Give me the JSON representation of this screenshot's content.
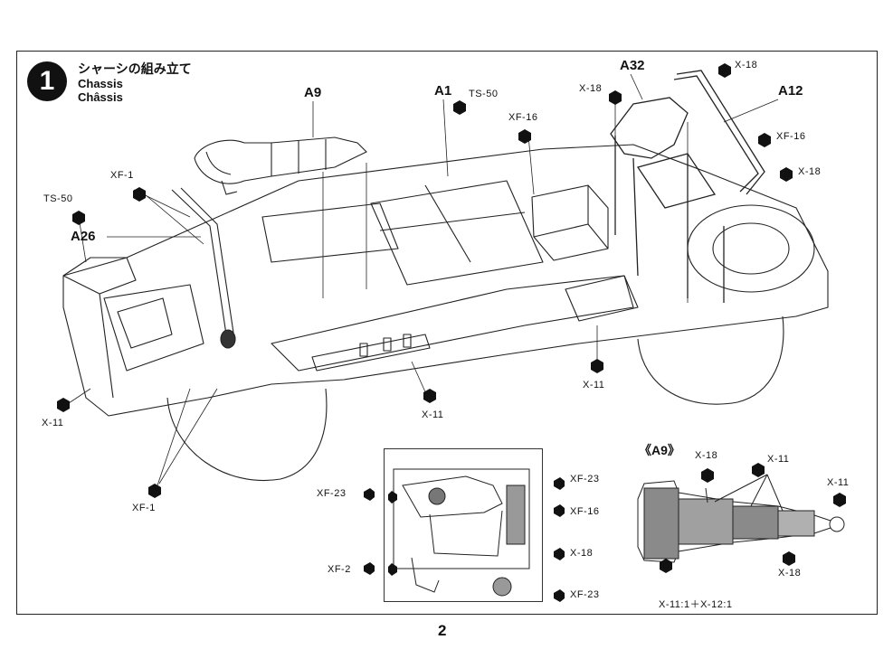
{
  "step": {
    "number": "1",
    "title_jp": "シャーシの組み立て",
    "title_en": "Chassis",
    "title_pt": "Châssis"
  },
  "labels": {
    "a9": "A9",
    "a1": "A1",
    "a32": "A32",
    "a12": "A12",
    "a26": "A26",
    "ts50_top": "TS-50",
    "ts50_left": "TS-50",
    "xf16_top": "XF-16",
    "xf16_right": "XF-16",
    "x18_top_left": "X-18",
    "x18_top_right": "X-18",
    "x18_right": "X-18",
    "xf1_left": "XF-1",
    "xf1_bottom": "XF-1",
    "x11_left": "X-11",
    "x11_center": "X-11",
    "x11_right": "X-11"
  },
  "inset": {
    "xf23_left": "XF-23",
    "xf23_right_top": "XF-23",
    "xf16": "XF-16",
    "x18": "X-18",
    "xf2": "XF-2",
    "xf23_right_bottom": "XF-23"
  },
  "a9_detail": {
    "title": "《A9》",
    "x18_top": "X-18",
    "x11_top": "X-11",
    "x11_right": "X-11",
    "x18_bottom": "X-18",
    "mix": "X-11:1＋X-12:1"
  },
  "page_number": "2"
}
